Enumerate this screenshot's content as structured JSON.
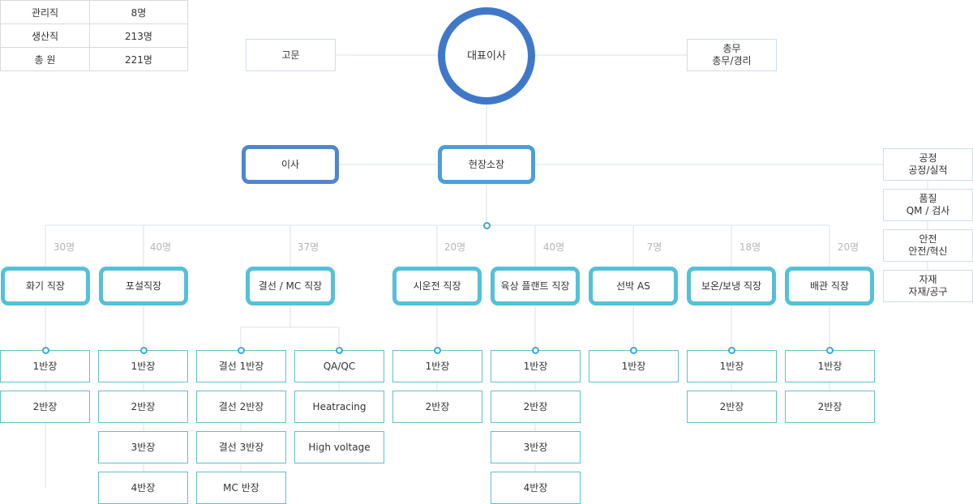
{
  "stats": [
    {
      "label": "관리직",
      "value": "8명"
    },
    {
      "label": "생산직",
      "value": "213명"
    },
    {
      "label": "총 원",
      "value": "221명"
    }
  ],
  "ceo": "대표이사",
  "advisor": "고문",
  "general_affairs": {
    "title": "총무",
    "sub": "총무/경리"
  },
  "director": "이사",
  "site_manager": "현장소장",
  "support": [
    {
      "title": "공정",
      "sub": "공정/실적"
    },
    {
      "title": "품질",
      "sub": "QM / 검사"
    },
    {
      "title": "안전",
      "sub": "안전/혁신"
    },
    {
      "title": "자재",
      "sub": "자재/공구"
    }
  ],
  "departments": [
    {
      "name": "화기 직장",
      "count": "30명",
      "teams": [
        "1반장",
        "2반장"
      ]
    },
    {
      "name": "포설직장",
      "count": "40명",
      "teams": [
        "1반장",
        "2반장",
        "3반장",
        "4반장"
      ]
    },
    {
      "name": "결선 / MC 직장",
      "count": "37명",
      "teams": [
        "결선 1반장",
        "결선 2반장",
        "결선 3반장",
        "MC 반장"
      ],
      "teams2": [
        "QA/QC",
        "Heatracing",
        "High voltage"
      ]
    },
    {
      "name": "시운전 직장",
      "count": "20명",
      "teams": [
        "1반장",
        "2반장"
      ]
    },
    {
      "name": "육상 플랜트 직장",
      "count": "40명",
      "teams": [
        "1반장",
        "2반장",
        "3반장",
        "4반장"
      ]
    },
    {
      "name": "선박 AS",
      "count": "7명",
      "teams": [
        "1반장"
      ]
    },
    {
      "name": "보온/보냉 직장",
      "count": "18명",
      "teams": [
        "1반장",
        "2반장"
      ]
    },
    {
      "name": "배관 직장",
      "count": "20명",
      "teams": [
        "1반장",
        "2반장"
      ]
    }
  ],
  "colors": {
    "line": "#d9e1ea",
    "ceo_ring": "#3f78c9",
    "dept_border": "#55c0d8",
    "dot": "#3fa8d0"
  }
}
